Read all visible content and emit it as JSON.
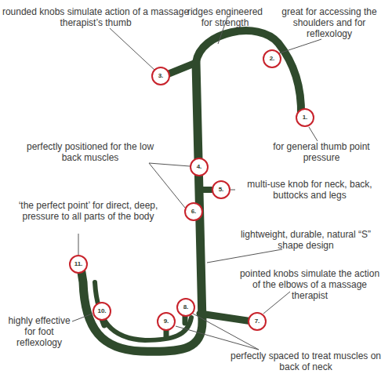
{
  "diagram": {
    "nodes": [
      {
        "text": [
          "1."
        ]
      },
      {
        "text": [
          "2."
        ]
      },
      {
        "text": [
          "3."
        ]
      },
      {
        "text": [
          "4."
        ]
      },
      {
        "text": [
          "5."
        ]
      },
      {
        "text": [
          "6."
        ]
      },
      {
        "text": [
          "7."
        ]
      },
      {
        "text": [
          "8."
        ]
      },
      {
        "text": [
          "9."
        ]
      },
      {
        "text": [
          "10."
        ]
      },
      {
        "text": [
          "11."
        ]
      }
    ],
    "labels": [
      "rounded knobs simulate action of a massage therapist’s thumb",
      "ridges engineered for strength",
      "great for accessing the shoulders and for reflexology",
      "for general thumb point pressure",
      "perfectly positioned for the low back muscles",
      "multi-use knob for neck, back, buttocks and legs",
      "‘the perfect point’ for direct, deep, pressure to all parts of the body",
      "lightweight, durable, natural “S” shape design",
      "pointed knobs simulate the action of the elbows of a massage therapist",
      "highly effective for foot reflexology",
      "perfectly spaced to treat muscles on back of neck"
    ]
  }
}
